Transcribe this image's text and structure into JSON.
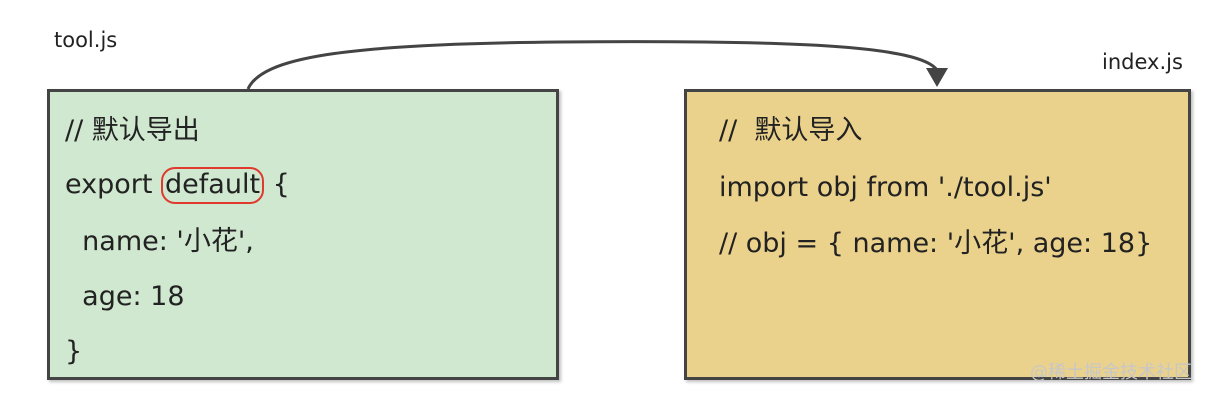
{
  "files": {
    "left_name": "tool.js",
    "right_name": "index.js"
  },
  "left_code": {
    "line1": "// 默认导出",
    "line2_before": "export ",
    "line2_keyword": "default",
    "line2_after": " {",
    "line3": "  name: '小花',",
    "line4": "  age: 18",
    "line5": "}"
  },
  "right_code": {
    "line1": "//  默认导入",
    "line2": "import obj from './tool.js'",
    "line3": "// obj = { name: '小花', age: 18}"
  },
  "colors": {
    "left_box": "#cfe8cf",
    "right_box": "#ebd28c",
    "border": "#444444",
    "highlight": "#e0392e",
    "arrow": "#444444"
  },
  "watermark": "@稀土掘金技术社区"
}
